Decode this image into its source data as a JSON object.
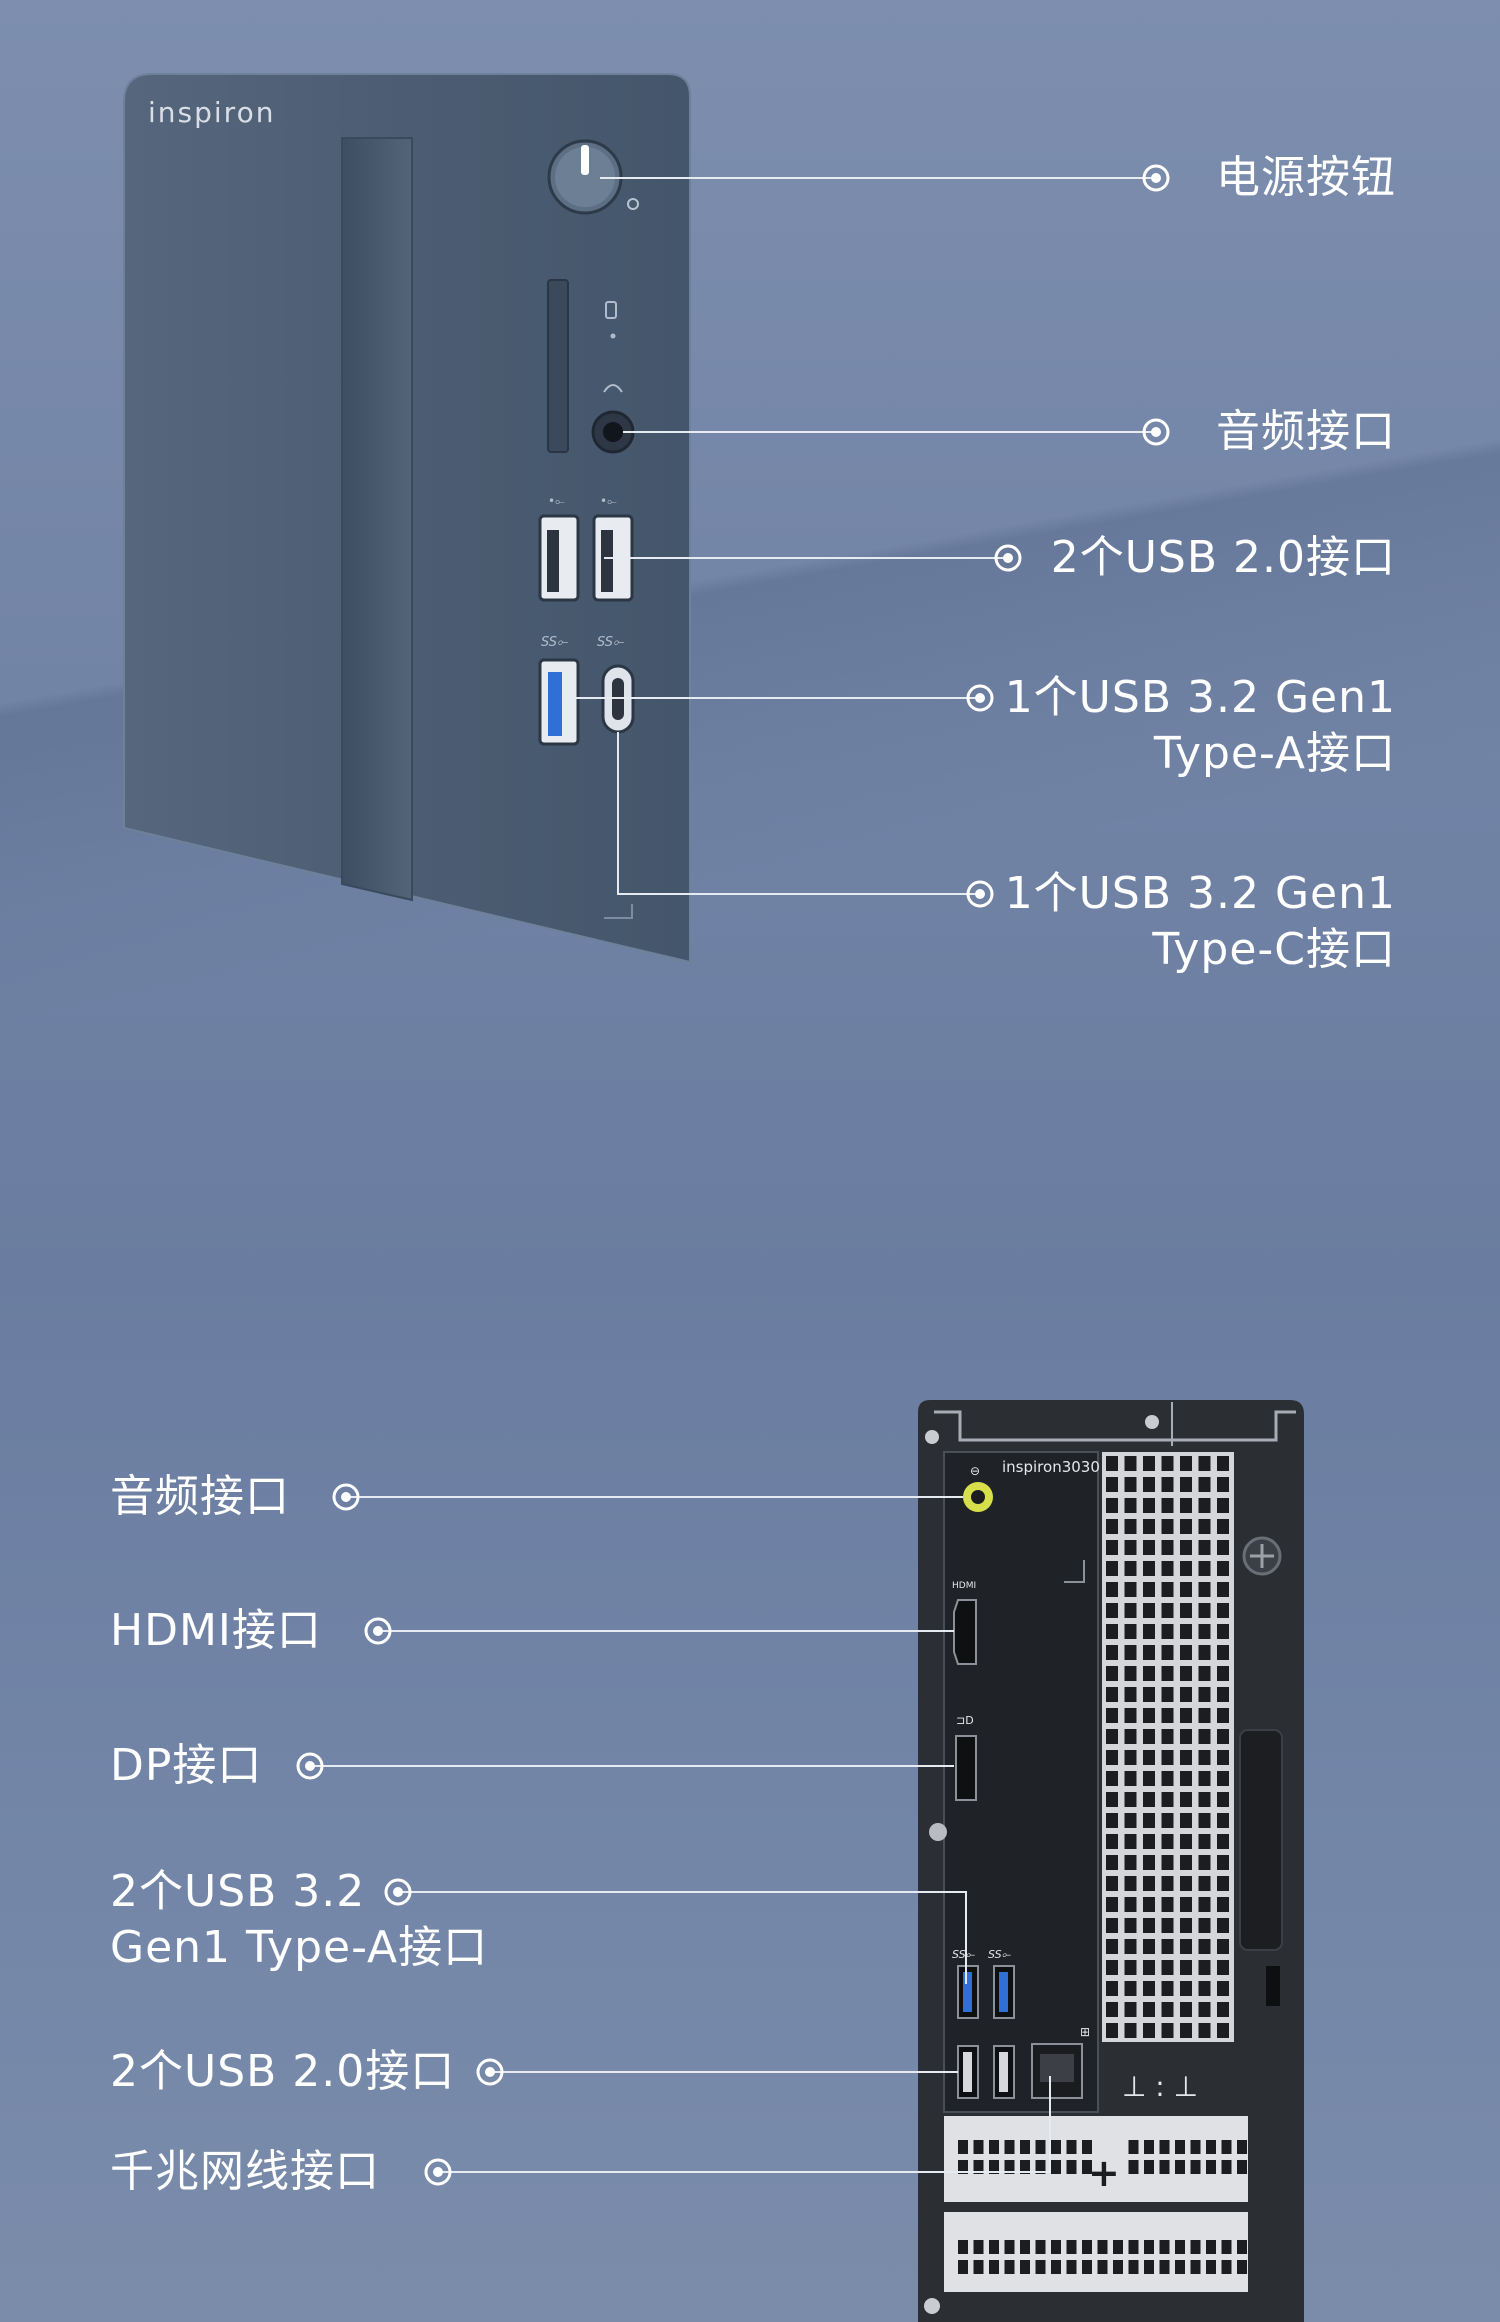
{
  "front": {
    "brand": "inspiron",
    "callouts": [
      {
        "label": "电源按钮"
      },
      {
        "label": "音频接口"
      },
      {
        "label": "2个USB 2.0接口"
      },
      {
        "line1": "1个USB 3.2 Gen1",
        "line2": "Type-A接口"
      },
      {
        "line1": "1个USB 3.2 Gen1",
        "line2": "Type-C接口"
      }
    ]
  },
  "rear": {
    "brand": "inspiron3030",
    "callouts": [
      {
        "label": "音频接口"
      },
      {
        "label": "HDMI接口"
      },
      {
        "label": "DP接口"
      },
      {
        "line1": "2个USB 3.2",
        "line2": "Gen1 Type-A接口"
      },
      {
        "label": "2个USB 2.0接口"
      },
      {
        "label": "千兆网线接口"
      }
    ]
  },
  "colors": {
    "background": "#7284a6",
    "chassis_front": "#4f6278",
    "chassis_rear": "#2b2e33",
    "usb3_blue": "#2f6fd6",
    "audio_ring": "#d7e04a",
    "text": "#ffffff"
  }
}
